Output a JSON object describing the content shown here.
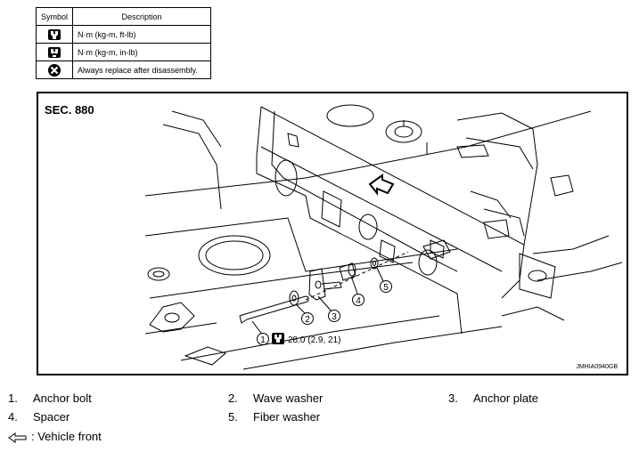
{
  "legend": {
    "header_symbol": "Symbol",
    "header_description": "Description",
    "rows": [
      {
        "icon": "torque-wrench-icon",
        "description": "N·m (kg-m, ft-lb)"
      },
      {
        "icon": "torque-wrench-small-icon",
        "description": "N·m (kg-m, in-lb)"
      },
      {
        "icon": "replace-icon",
        "description": "Always replace after disassembly."
      }
    ]
  },
  "figure": {
    "section": "SEC. 880",
    "code": "JMHIA0940GB",
    "callouts": [
      "1",
      "2",
      "3",
      "4",
      "5"
    ],
    "torque_value": "28.0 (2.9, 21)"
  },
  "parts": [
    {
      "num": "1.",
      "name": "Anchor bolt"
    },
    {
      "num": "2.",
      "name": "Wave washer"
    },
    {
      "num": "3.",
      "name": "Anchor plate"
    },
    {
      "num": "4.",
      "name": "Spacer"
    },
    {
      "num": "5.",
      "name": "Fiber washer"
    }
  ],
  "front_note": ": Vehicle front"
}
